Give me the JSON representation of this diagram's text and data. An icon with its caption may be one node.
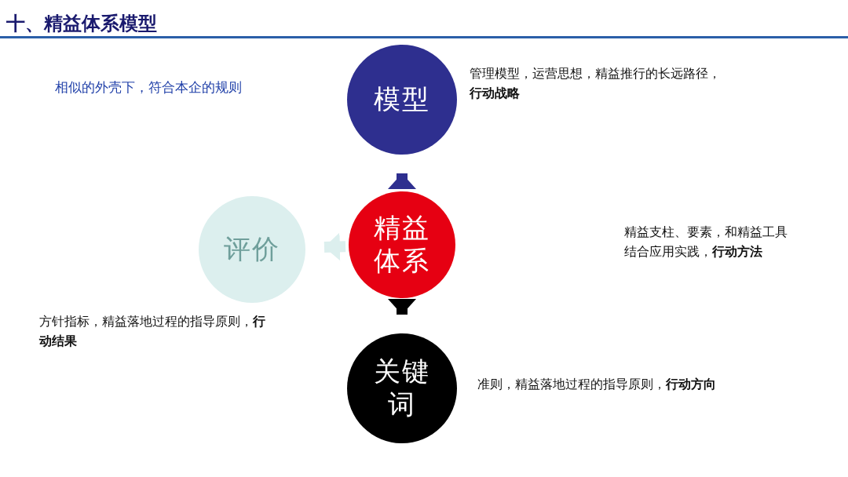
{
  "diagram": {
    "title": "十、精益体系模型",
    "nodes": [
      {
        "text": [
          "模型"
        ],
        "beside": [
          "管理模型，运营思想，精益推行的长远路径，**行动战略**"
        ]
      },
      {
        "text": [
          "精益体系"
        ]
      },
      {
        "text": [
          "评价"
        ],
        "beside": [
          "方针指标，精益落地过程的指导原则，**行动结果**"
        ]
      },
      {
        "text": [
          "关键词"
        ],
        "beside": [
          "准则，精益落地过程的指导原则，**行动方向**"
        ]
      }
    ],
    "edges": [
      {
        "from": 1,
        "to": 0,
        "arrow": "to",
        "color": "#2e2f8f"
      },
      {
        "from": 1,
        "to": 2,
        "arrow": "to",
        "color": "#dcefee"
      },
      {
        "from": 1,
        "to": 3,
        "arrow": "to",
        "color": "#000000"
      }
    ],
    "labels": [
      "相似的外壳下，符合本企的规则",
      "精益支柱、要素，和精益工具结合应用实践，**行动方法**"
    ]
  }
}
